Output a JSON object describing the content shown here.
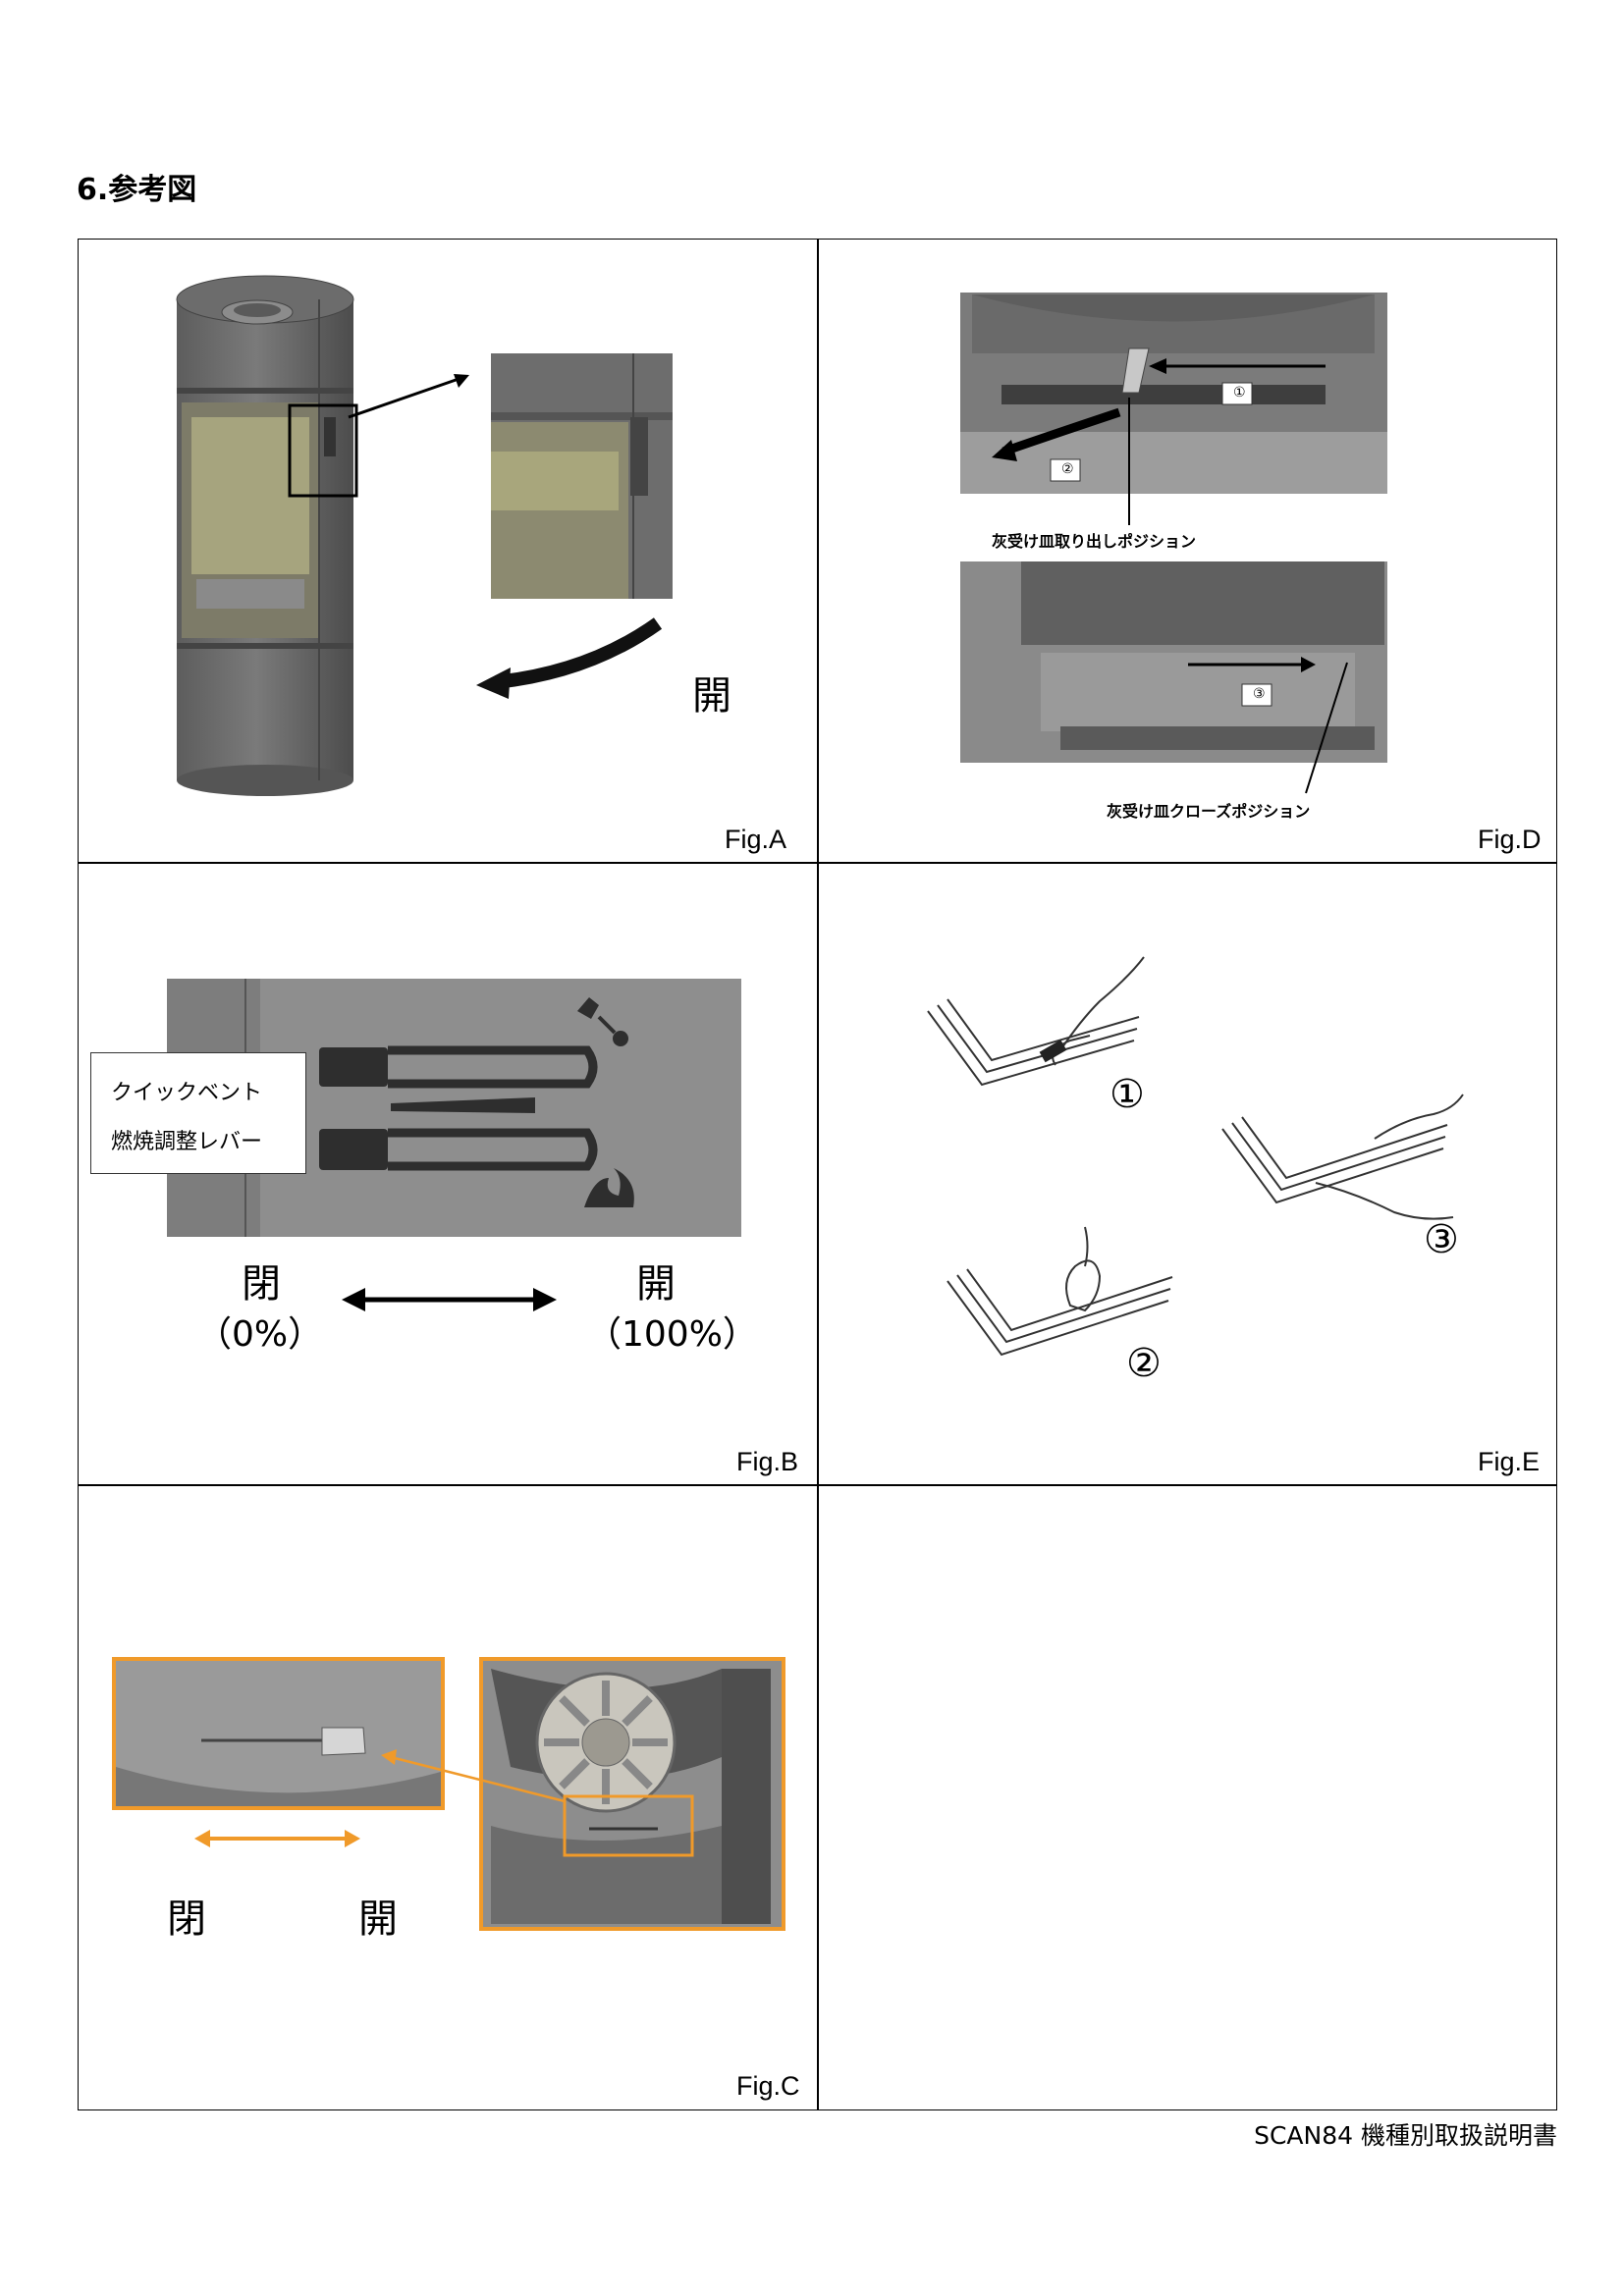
{
  "heading": "6.参考図",
  "figures": {
    "a": {
      "label": "Fig.A",
      "open_text": "開"
    },
    "d": {
      "label": "Fig.D",
      "step1": "①",
      "step2": "②",
      "step3": "③",
      "caption_top": "灰受け皿取り出しポジション",
      "caption_bottom": "灰受け皿クローズポジション"
    },
    "b": {
      "label": "Fig.B",
      "box_line1": "クイックベント",
      "box_line2": "燃焼調整レバー",
      "closed_text": "閉",
      "closed_pct": "（0%）",
      "open_text": "開",
      "open_pct": "（100%）"
    },
    "e": {
      "label": "Fig.E",
      "step1": "①",
      "step2": "②",
      "step3": "③"
    },
    "c": {
      "label": "Fig.C",
      "closed_text": "閉",
      "open_text": "開"
    }
  },
  "footer": "SCAN84 機種別取扱説明書"
}
